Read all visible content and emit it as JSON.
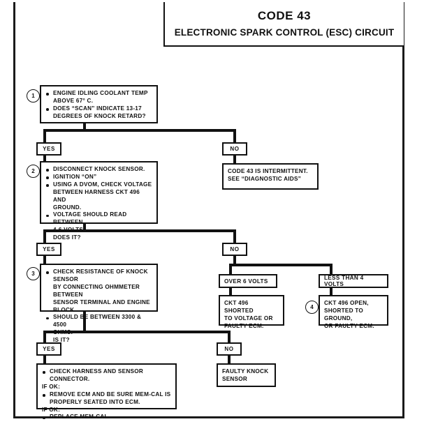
{
  "document": {
    "title_code": "CODE 43",
    "title_subtitle": "ELECTRONIC SPARK CONTROL (ESC) CIRCUIT"
  },
  "flowchart": {
    "type": "diagnostic-flowchart",
    "steps": [
      {
        "number": "1",
        "name": "step-1-box",
        "lines": [
          {
            "bullet": true,
            "text": "ENGINE IDLING COOLANT TEMP"
          },
          {
            "bullet": false,
            "text": "ABOVE 67° C.",
            "indent": true
          },
          {
            "bullet": true,
            "text": "DOES “SCAN” INDICATE 13-17"
          },
          {
            "bullet": false,
            "text": "DEGREES OF KNOCK RETARD?",
            "indent": true
          }
        ]
      },
      {
        "number": "2",
        "name": "step-2-box",
        "lines": [
          {
            "bullet": true,
            "text": "DISCONNECT KNOCK SENSOR."
          },
          {
            "bullet": true,
            "text": "IGNITION “ON”"
          },
          {
            "bullet": true,
            "text": "USING A DVOM, CHECK VOLTAGE"
          },
          {
            "bullet": false,
            "text": "BETWEEN HARNESS CKT 496 AND",
            "indent": true
          },
          {
            "bullet": false,
            "text": "GROUND.",
            "indent": true
          },
          {
            "bullet": true,
            "text": "VOLTAGE SHOULD READ BETWEEN"
          },
          {
            "bullet": false,
            "text": "4-6 VOLTS.",
            "indent": true
          },
          {
            "bullet": false,
            "text": "DOES IT?",
            "indent": true
          }
        ]
      },
      {
        "number": "3",
        "name": "step-3-box",
        "lines": [
          {
            "bullet": true,
            "text": "CHECK RESISTANCE OF KNOCK SENSOR"
          },
          {
            "bullet": false,
            "text": "BY CONNECTING OHMMETER BETWEEN",
            "indent": true
          },
          {
            "bullet": false,
            "text": "SENSOR TERMINAL AND ENGINE BLOCK",
            "indent": true
          },
          {
            "bullet": true,
            "text": "SHOULD BE BETWEEN 3300 & 4500"
          },
          {
            "bullet": false,
            "text": "OHMS.",
            "indent": true
          },
          {
            "bullet": false,
            "text": "IS IT?",
            "indent": true
          }
        ]
      },
      {
        "number": "4",
        "name": "step-4-box",
        "lines": [
          {
            "bullet": false,
            "text": "CKT 496 OPEN,"
          },
          {
            "bullet": false,
            "text": "SHORTED TO GROUND,"
          },
          {
            "bullet": false,
            "text": "OR FAULTY ECM."
          }
        ]
      }
    ],
    "branch_labels": {
      "yes_1": "YES",
      "no_1": "NO",
      "yes_2": "YES",
      "no_2": "NO",
      "yes_3": "YES",
      "no_3": "NO"
    },
    "plates": {
      "over_6_volts": "OVER 6 VOLTS",
      "less_than_4_volts": "LESS THAN 4 VOLTS"
    },
    "outcomes": {
      "intermittent": [
        "CODE 43 IS INTERMITTENT.",
        "SEE “DIAGNOSTIC AIDS”"
      ],
      "shorted_to_voltage": [
        "CKT 496 SHORTED",
        "TO VOLTAGE OR",
        "FAULTY ECM."
      ],
      "faulty_knock_sensor": [
        "FAULTY KNOCK",
        "SENSOR"
      ],
      "final_actions": [
        {
          "bullet": true,
          "text": "CHECK HARNESS AND SENSOR CONNECTOR."
        },
        {
          "bullet": false,
          "text": "IF OK:",
          "indent": false
        },
        {
          "bullet": true,
          "text": "REMOVE ECM AND BE SURE MEM-CAL IS"
        },
        {
          "bullet": false,
          "text": "PROPERLY SEATED INTO ECM.",
          "indent": true
        },
        {
          "bullet": false,
          "text": "IF OK:",
          "indent": false
        },
        {
          "bullet": true,
          "text": "REPLACE MEM-CAL."
        }
      ]
    }
  },
  "colors": {
    "ink": "#111111",
    "paper": "#ffffff"
  }
}
